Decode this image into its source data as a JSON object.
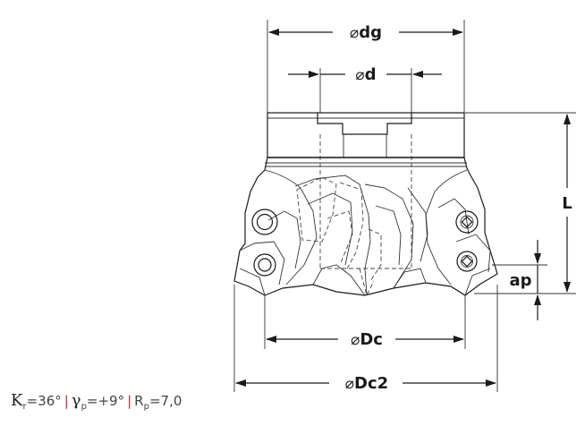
{
  "dimensions": {
    "dg": {
      "symbol": "⌀",
      "name": "dg"
    },
    "d": {
      "symbol": "⌀",
      "name": "d"
    },
    "dc": {
      "symbol": "⌀",
      "name": "Dc"
    },
    "dc2": {
      "symbol": "⌀",
      "name": "Dc2"
    },
    "l": {
      "name": "L"
    },
    "ap": {
      "name": "ap"
    }
  },
  "parameters": {
    "kappa": {
      "symbol": "K",
      "sub": "r",
      "value": "=36°"
    },
    "gamma": {
      "symbol": "γ",
      "sub": "p",
      "value": "=+9°"
    },
    "radius": {
      "symbol": "R",
      "sub": "p",
      "value": "=7,0"
    },
    "separator": "|"
  },
  "colors": {
    "line": "#1a1a1a",
    "separator": "#d9272e",
    "text": "#444444"
  }
}
